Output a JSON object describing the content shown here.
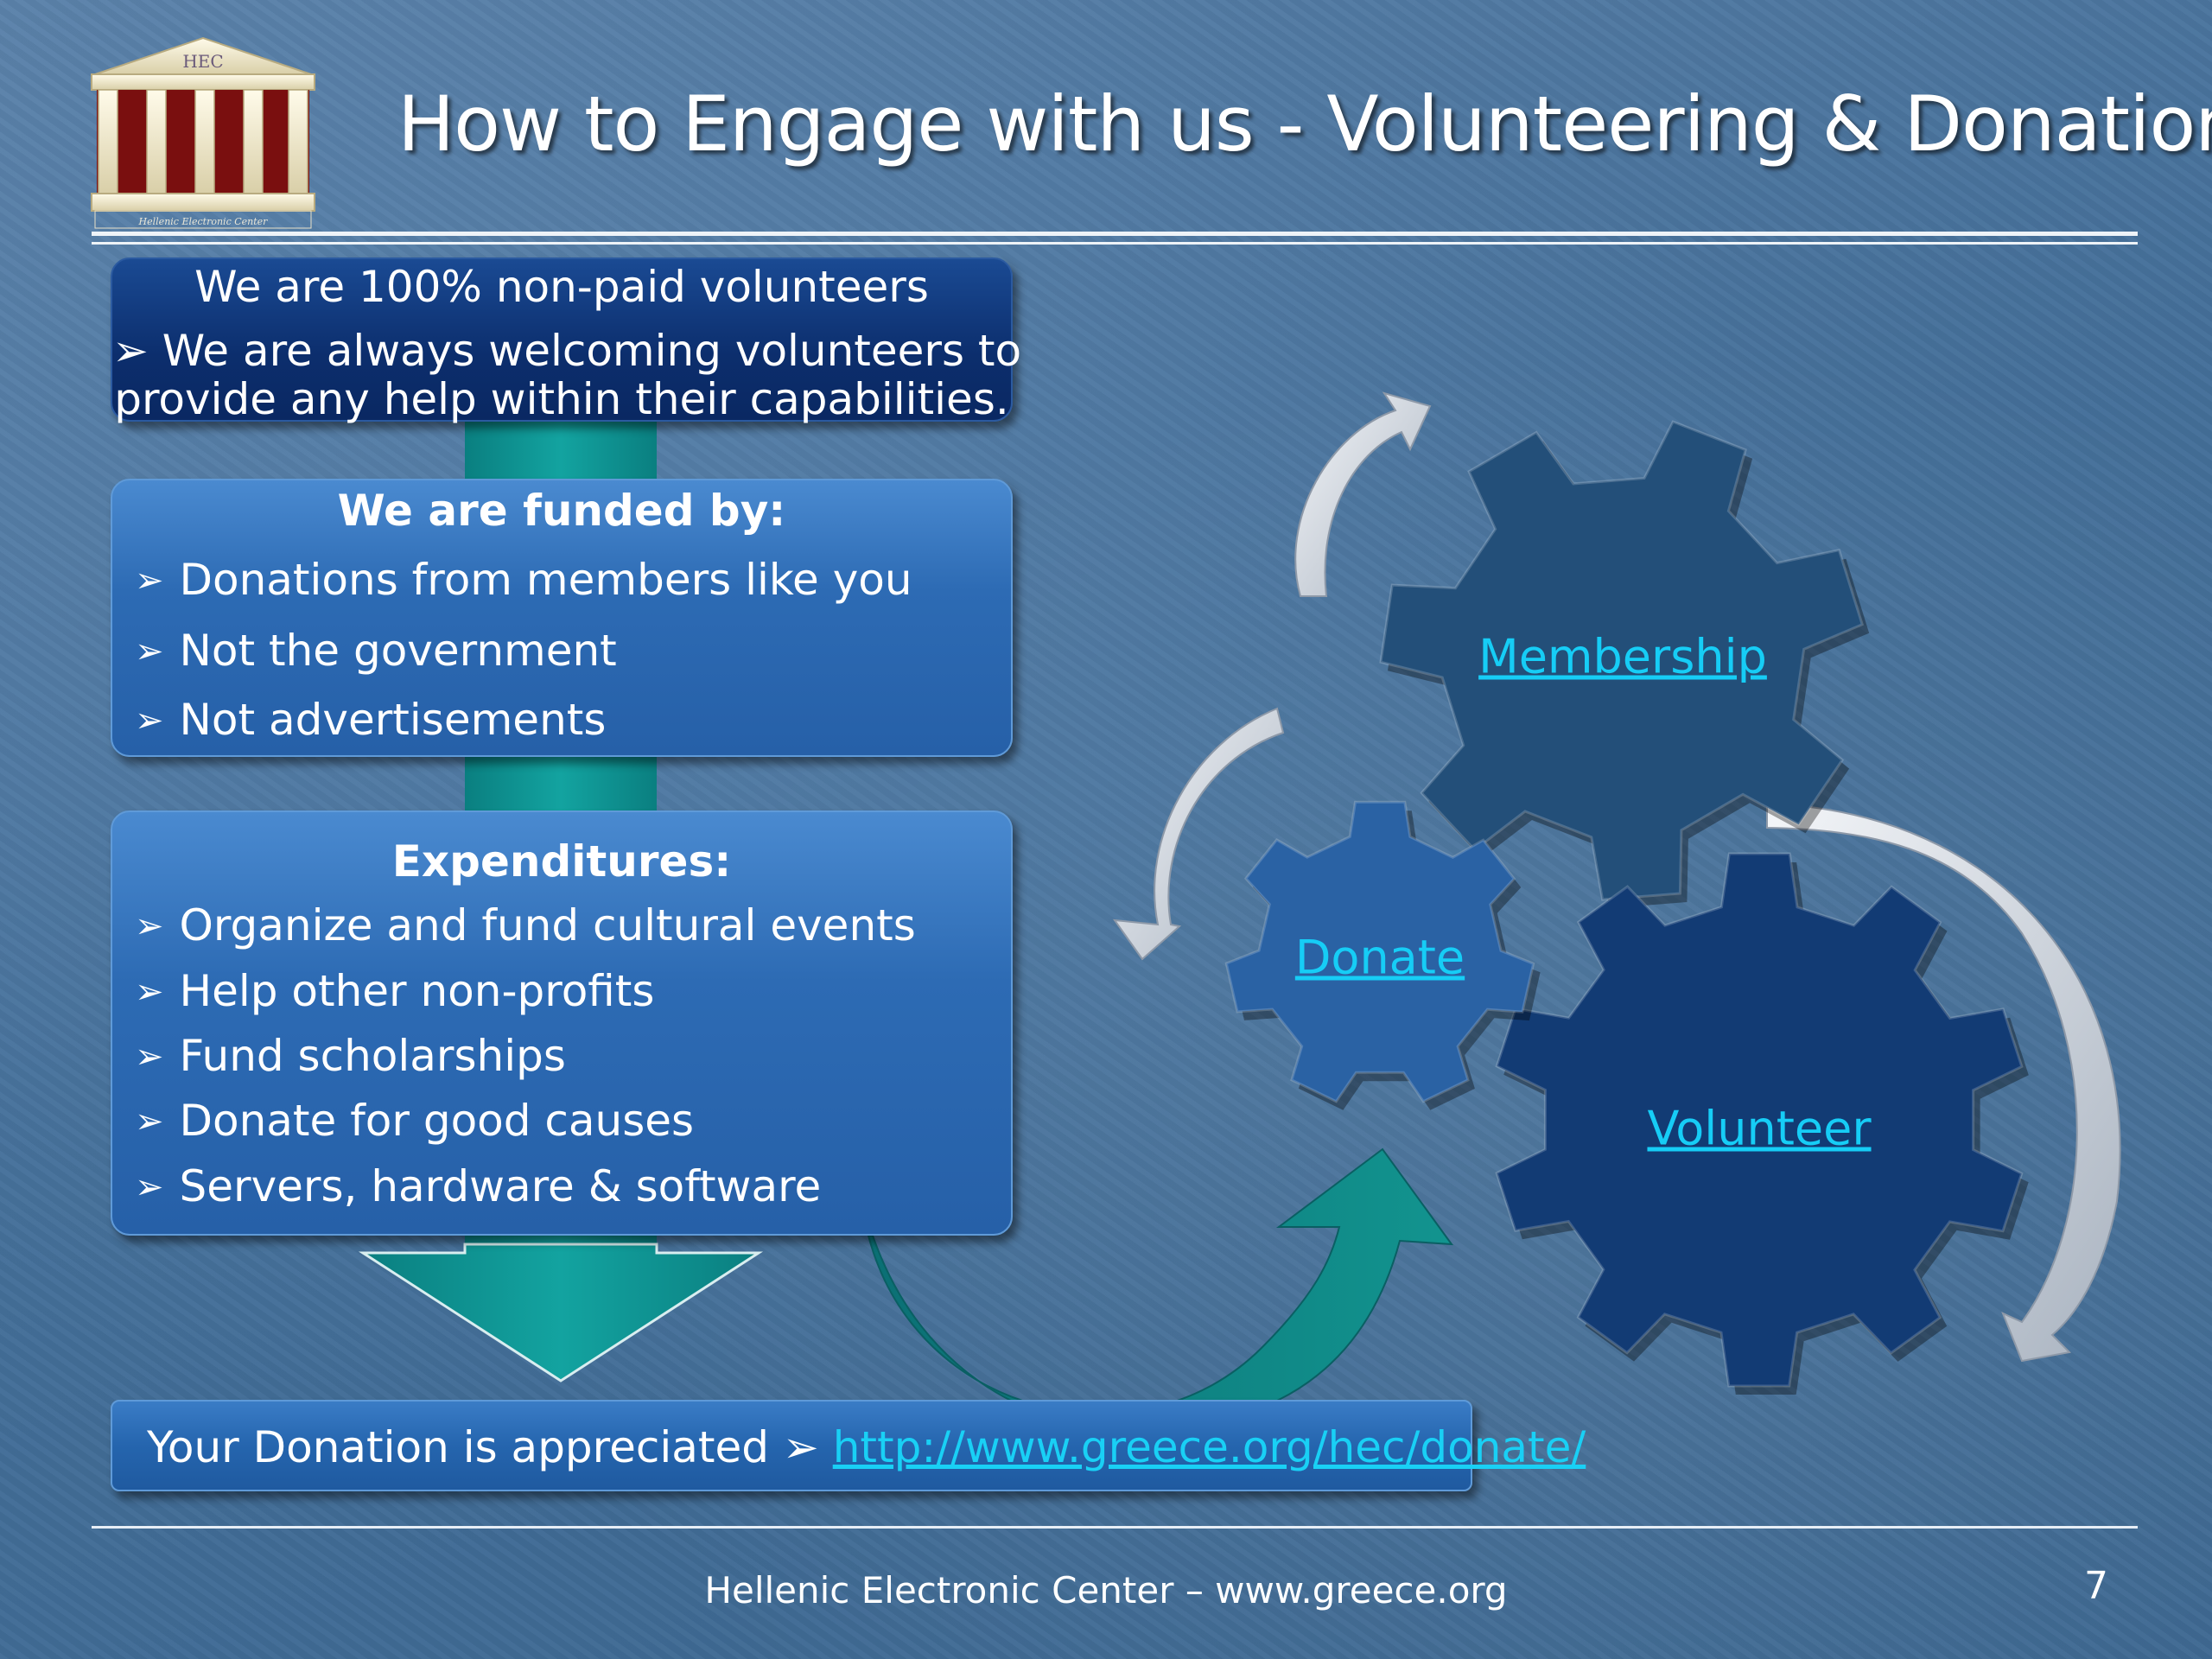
{
  "slide": {
    "title": "How to Engage with us - Volunteering & Donations",
    "logo": {
      "top_text": "HEC",
      "bottom_text": "Hellenic Electronic Center"
    },
    "volunteers_box": {
      "line1": "We are 100% non-paid volunteers",
      "line2": "➢ We are always welcoming volunteers to",
      "line3": "provide any help within their capabilities."
    },
    "funded_box": {
      "heading": "We are funded by:",
      "items": [
        "Donations from members like you",
        "Not the government",
        "Not advertisements"
      ]
    },
    "expenditures_box": {
      "heading": "Expenditures:",
      "items": [
        "Organize and fund cultural events",
        "Help other non-profits",
        "Fund scholarships",
        "Donate for good causes",
        "Servers, hardware & software"
      ]
    },
    "bullet_glyph": "➢",
    "donation_bar": {
      "text": "Your Donation is appreciated ➢",
      "link": "http://www.greece.org/hec/donate/"
    },
    "gears": {
      "membership": "Membership",
      "donate": "Donate",
      "volunteer": "Volunteer"
    },
    "footer": {
      "text": "Hellenic Electronic Center – www.greece.org",
      "page_number": "7"
    },
    "colors": {
      "link": "#19d0f5",
      "teal_arrow": "#0f8f8c",
      "gear_membership": "#234f79",
      "gear_donate": "#2a62a4",
      "gear_volunteer": "#123b74"
    },
    "icons": {
      "logo": "greek-temple-icon",
      "bullets": "arrowhead-bullet-icon",
      "cycle_arrows": "curved-arrow-icon"
    }
  }
}
